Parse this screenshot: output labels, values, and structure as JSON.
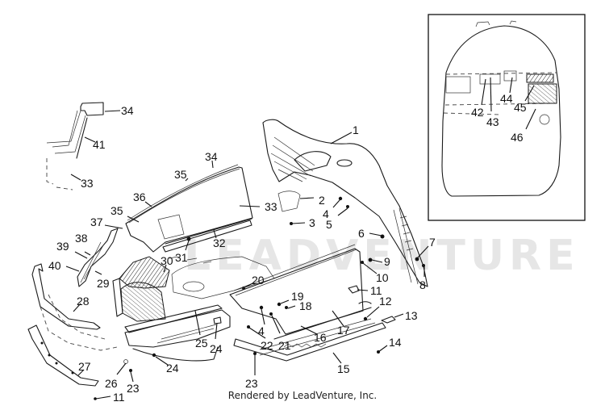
{
  "watermark": "LEADVENTURE",
  "footer": "Rendered by LeadVenture, Inc.",
  "inset": {
    "callouts": [
      "42",
      "43",
      "44",
      "45",
      "46"
    ]
  },
  "callouts": {
    "c1": "1",
    "c2": "2",
    "c3": "3",
    "c4a": "4",
    "c4b": "4",
    "c5": "5",
    "c6": "6",
    "c7": "7",
    "c8": "8",
    "c9": "9",
    "c10": "10",
    "c11a": "11",
    "c11b": "11",
    "c12": "12",
    "c13": "13",
    "c14": "14",
    "c15": "15",
    "c16": "16",
    "c17": "17",
    "c18": "18",
    "c19": "19",
    "c20": "20",
    "c21": "21",
    "c22": "22",
    "c23a": "23",
    "c23b": "23",
    "c24a": "24",
    "c24b": "24",
    "c25": "25",
    "c26": "26",
    "c27": "27",
    "c28": "28",
    "c29": "29",
    "c30": "30",
    "c31": "31",
    "c32": "32",
    "c33a": "33",
    "c33b": "33",
    "c34a": "34",
    "c34b": "34",
    "c35a": "35",
    "c35b": "35",
    "c36": "36",
    "c37": "37",
    "c38": "38",
    "c39": "39",
    "c40": "40",
    "c41": "41",
    "c42": "42",
    "c43": "43",
    "c44": "44",
    "c45": "45",
    "c46": "46"
  }
}
